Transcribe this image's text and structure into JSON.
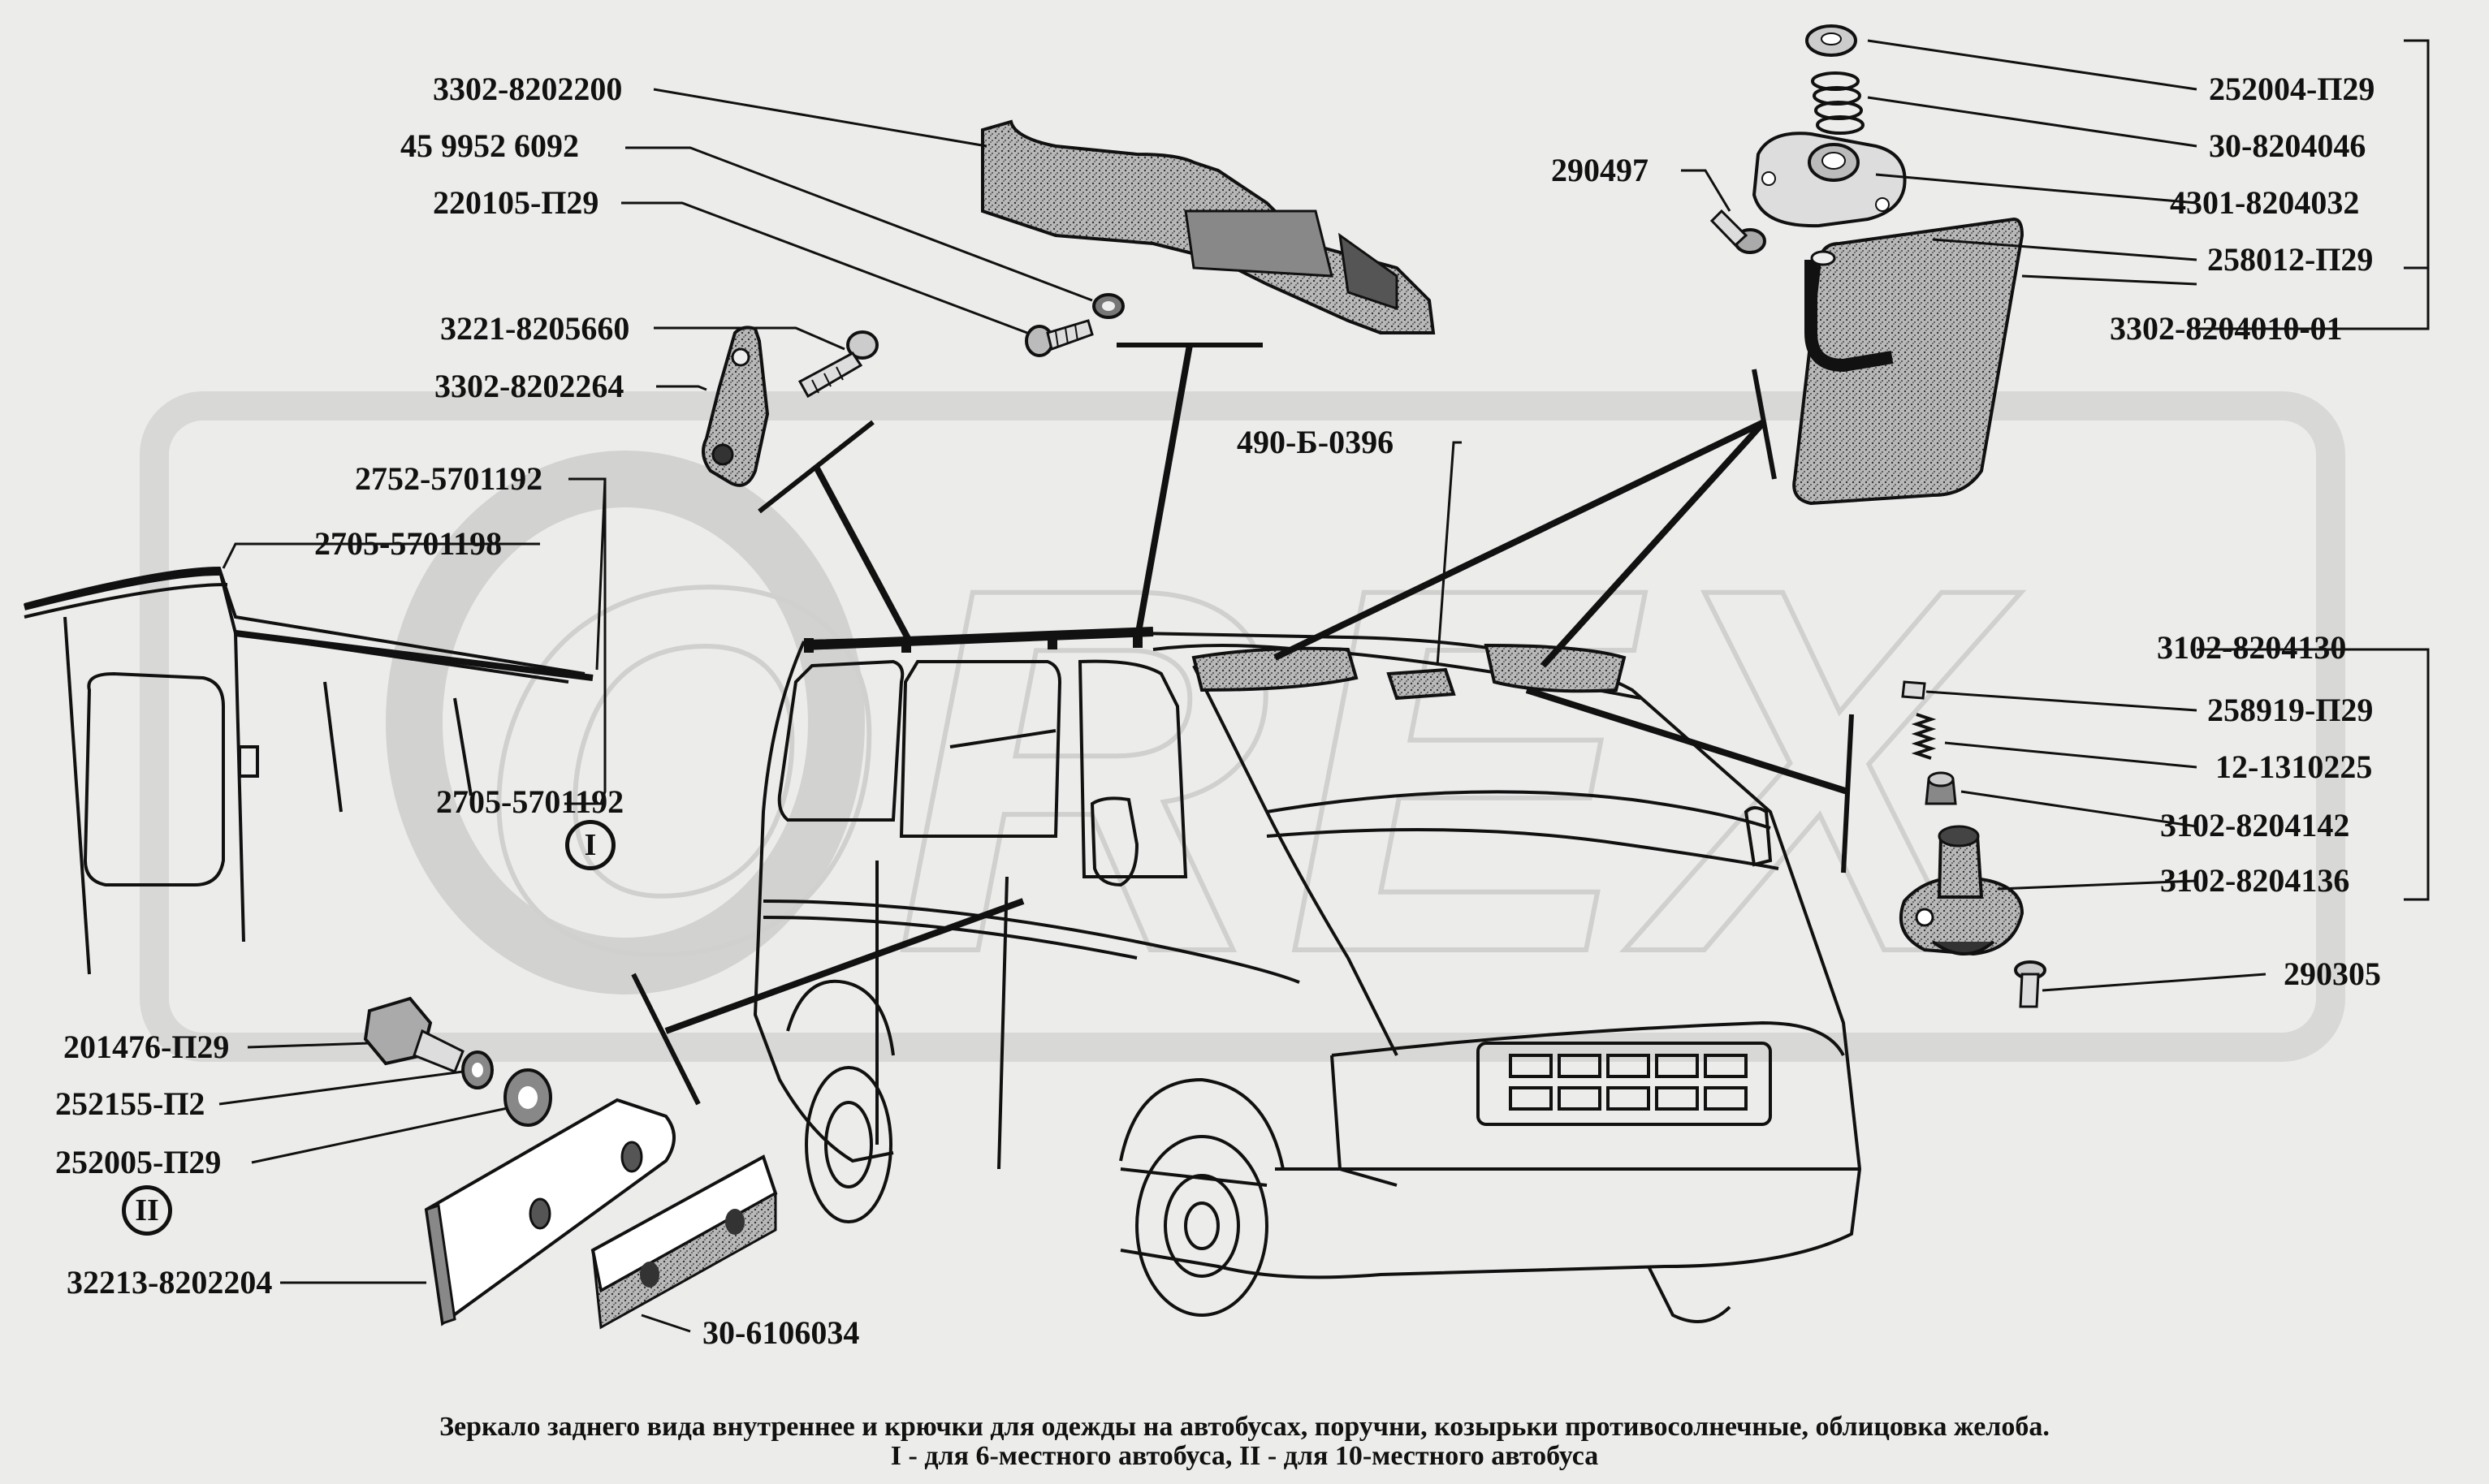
{
  "watermark": "OREX",
  "colors": {
    "background": "#ececea",
    "ink": "#111111",
    "part_fill": "#9a9a9a",
    "watermark": "#d5d5d5"
  },
  "labels": {
    "p3302_8202200": "3302-8202200",
    "p45_9952_6092": "45  9952  6092",
    "p220105_P29": "220105-П29",
    "p3221_8205660": "3221-8205660",
    "p3302_8202264": "3302-8202264",
    "p2752_5701192": "2752-5701192",
    "p2705_5701198": "2705-5701198",
    "p2705_5701192": "2705-5701192",
    "p490_B_0396": "490-Б-0396",
    "p290497": "290497",
    "p252004_P29": "252004-П29",
    "p30_8204046": "30-8204046",
    "p4301_8204032": "4301-8204032",
    "p258012_P29": "258012-П29",
    "p3302_8204010_01": "3302-8204010-01",
    "p3102_8204130": "3102-8204130",
    "p258919_P29": "258919-П29",
    "p12_1310225": "12-1310225",
    "p3102_8204142": "3102-8204142",
    "p3102_8204136": "3102-8204136",
    "p290305": "290305",
    "p201476_P29": "201476-П29",
    "p252155_P2": "252155-П2",
    "p252005_P29": "252005-П29",
    "p32213_8202204": "32213-8202204",
    "p30_6106034": "30-6106034"
  },
  "roman": {
    "I": "I",
    "II": "II"
  },
  "caption": {
    "line1": "Зеркало заднего вида внутреннее и крючки для одежды на автобусах, поручни, козырьки  противосолнечные, облицовка  желоба.",
    "line2": "I - для 6-местного автобуса, II - для 10-местного автобуса"
  }
}
